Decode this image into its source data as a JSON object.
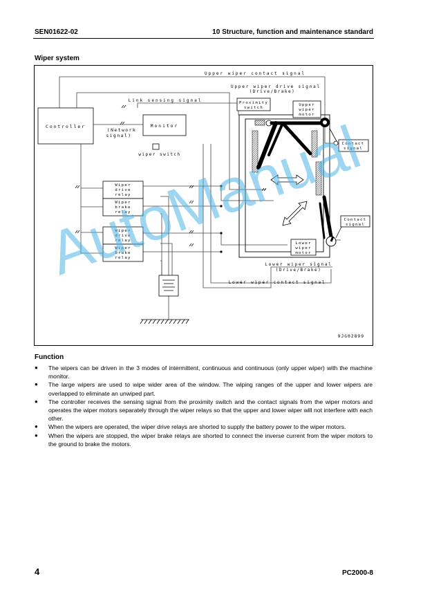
{
  "header": {
    "doc_code": "SEN01622-02",
    "chapter": "10 Structure, function and maintenance standard"
  },
  "section_title": "Wiper system",
  "diagram": {
    "labels": {
      "upper_contact_signal": "Upper wiper contact signal",
      "upper_drive_signal_1": "Upper wiper drive signal",
      "upper_drive_signal_2": "(Drive/Brake)",
      "link_sensing_signal": "Link sensing signal",
      "proximity_1": "Proximity",
      "proximity_2": "switch",
      "upper_motor_1": "Upper",
      "upper_motor_2": "wiper",
      "upper_motor_3": "motor",
      "controller": "Controller",
      "network_1": "(Network",
      "network_2": "signal)",
      "monitor": "Monitor",
      "wiper_switch": "wiper switch",
      "contact_signal_1": "Contact",
      "contact_signal_2": "signal",
      "relay_a_1": "Wiper",
      "relay_a_2": "drive",
      "relay_a_3": "relay",
      "relay_b_1": "Wiper",
      "relay_b_2": "brake",
      "relay_b_3": "relay",
      "relay_c_1": "Wiper",
      "relay_c_2": "drive",
      "relay_c_3": "relay",
      "relay_d_1": "Wiper",
      "relay_d_2": "brake",
      "relay_d_3": "relay",
      "lower_motor_1": "Lower",
      "lower_motor_2": "wiper",
      "lower_motor_3": "motor",
      "contact_signal_b_1": "Contact",
      "contact_signal_b_2": "signal",
      "lower_drive_signal_1": "Lower wiper signal",
      "lower_drive_signal_2": "(Drive/Brake)",
      "lower_contact_signal": "Lower wiper contact signal",
      "figure_id": "9JG02899"
    }
  },
  "function_title": "Function",
  "bullets": [
    "The wipers can be driven in the 3 modes of intermittent, continuous and continuous (only upper wiper) with the machine monitor.",
    "The large wipers are used to wipe wider area of the window. The wiping ranges of the upper and lower wipers are overlapped to eliminate an unwiped part.",
    "The controller receives the sensing signal from the proximity switch and the contact signals from the wiper motors and operates the wiper motors separately through the wiper relays so that the upper and lower wiper will not interfere with each other.",
    "When the wipers are operated, the wiper drive relays are shorted to supply the battery power to the wiper motors.",
    "When the wipers are stopped, the wiper brake relays are shorted to connect the inverse current from the wiper motors to the ground to brake the motors."
  ],
  "bullet_glyph": "●",
  "watermark": "AutoManual",
  "footer": {
    "page_number": "4",
    "model": "PC2000-8"
  }
}
